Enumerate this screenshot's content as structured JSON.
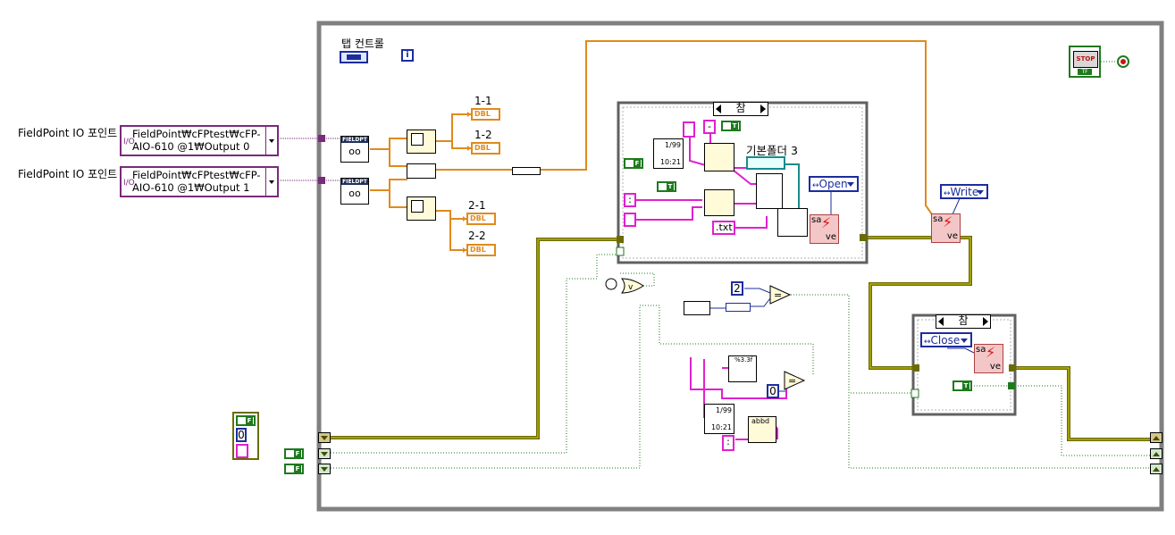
{
  "tab_control": {
    "label": "탭 컨트롤"
  },
  "fieldpoint_inputs": [
    {
      "label": "FieldPoint IO 포인트",
      "value_line1": "FieldPoint₩cFPtest₩cFP-",
      "value_line2": "AIO-610 @1₩Output 0",
      "node": "FIELDPT"
    },
    {
      "label": "FieldPoint IO 포인트",
      "value_line1": "FieldPoint₩cFPtest₩cFP-",
      "value_line2": "AIO-610 @1₩Output 1",
      "node": "FIELDPT"
    }
  ],
  "indicators": [
    {
      "label": "1-1",
      "type": "DBL"
    },
    {
      "label": "1-2",
      "type": "DBL"
    },
    {
      "label": "2-1",
      "type": "DBL"
    },
    {
      "label": "2-2",
      "type": "DBL"
    }
  ],
  "case_top": {
    "selector": "참",
    "folder_label": "기본폴더 3",
    "open_value": "Open",
    "txt_value": ".txt",
    "date_labels": [
      "1/99",
      "10:21"
    ]
  },
  "write_ring": {
    "value": "Write"
  },
  "case_bottom": {
    "selector": "참",
    "close_value": "Close"
  },
  "constants": {
    "two": "2",
    "zero": "0",
    "zero_left": "0",
    "colon": ":",
    "bundle": "abbd",
    "fmt": "%3.3f"
  },
  "stop": {
    "label": "STOP",
    "sub": "TF"
  },
  "save_text": {
    "line1": "sa",
    "line2": "ve"
  },
  "colors": {
    "orange": "#e08a1c",
    "olive": "#6b6b00",
    "pink": "#e020d0",
    "green": "#1e7a1e",
    "blue": "#1d2d9e",
    "frame": "#808080"
  }
}
